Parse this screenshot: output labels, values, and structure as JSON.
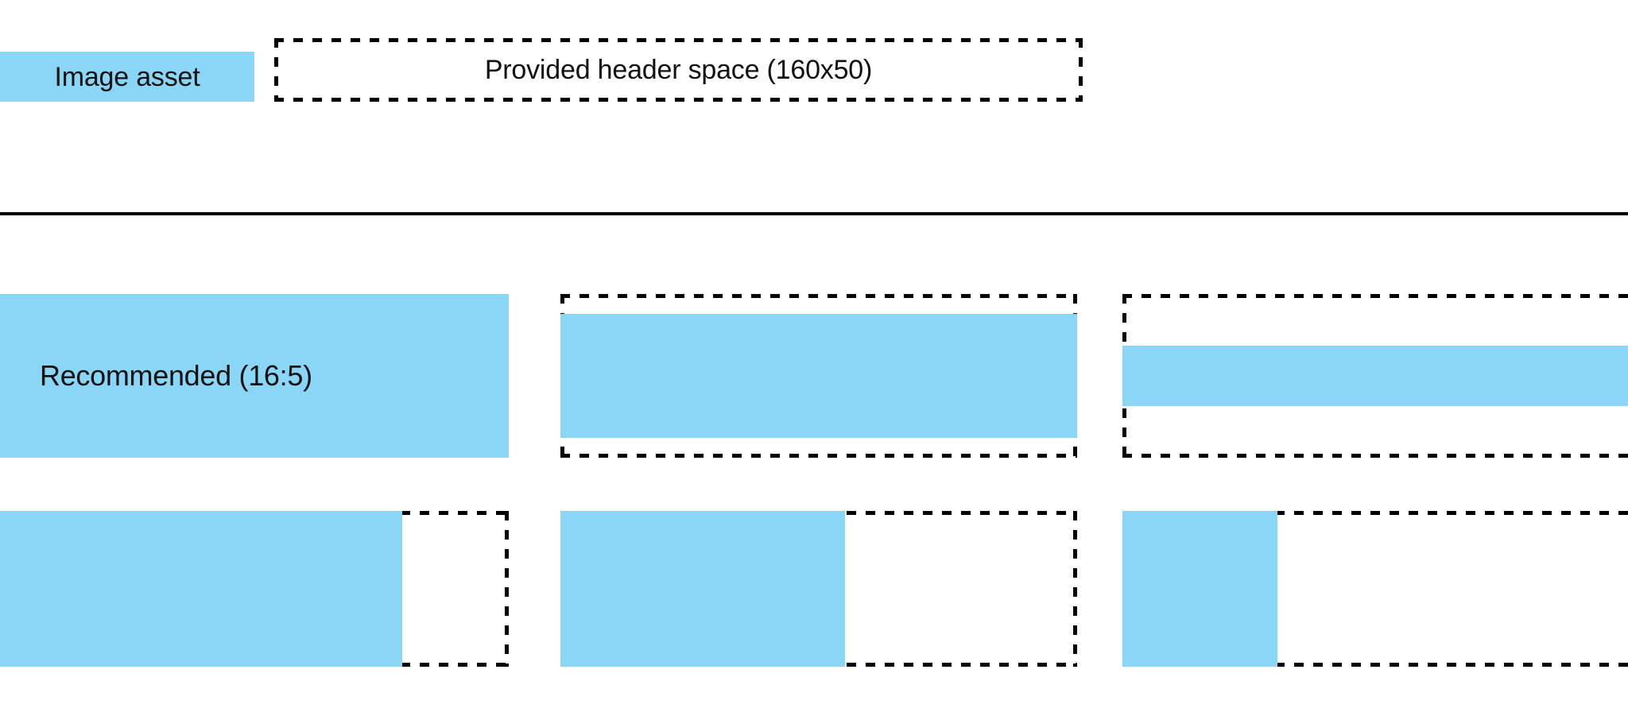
{
  "header": {
    "image_asset_label": "Image asset",
    "provided_space_label": "Provided header space (160x50)",
    "provided_space_dimensions": "160x50"
  },
  "colors": {
    "asset_blue": "#89d6f7",
    "outline_black": "#000000",
    "background_white": "#ffffff",
    "text_black": "#111111"
  },
  "ratio_grid": {
    "recommended_label": "Recommended (16:5)",
    "cells": [
      {
        "id": "r1c1",
        "row": 1,
        "column": 1,
        "label": "Recommended (16:5)",
        "fill_width_percent": 100,
        "fill_height_percent": 100,
        "fill_align": "full",
        "recommended": true
      },
      {
        "id": "r1c2",
        "row": 1,
        "column": 2,
        "label": "",
        "fill_width_percent": 100,
        "fill_height_percent": 76,
        "fill_align": "center-band",
        "recommended": false
      },
      {
        "id": "r1c3",
        "row": 1,
        "column": 3,
        "label": "",
        "fill_width_percent": 100,
        "fill_height_percent": 37,
        "fill_align": "center-band",
        "recommended": false
      },
      {
        "id": "r2c1",
        "row": 2,
        "column": 1,
        "label": "",
        "fill_width_percent": 79,
        "fill_height_percent": 100,
        "fill_align": "left",
        "recommended": false
      },
      {
        "id": "r2c2",
        "row": 2,
        "column": 2,
        "label": "",
        "fill_width_percent": 55,
        "fill_height_percent": 100,
        "fill_align": "left",
        "recommended": false
      },
      {
        "id": "r2c3",
        "row": 2,
        "column": 3,
        "label": "",
        "fill_width_percent": 30,
        "fill_height_percent": 100,
        "fill_align": "left",
        "recommended": false
      }
    ]
  }
}
